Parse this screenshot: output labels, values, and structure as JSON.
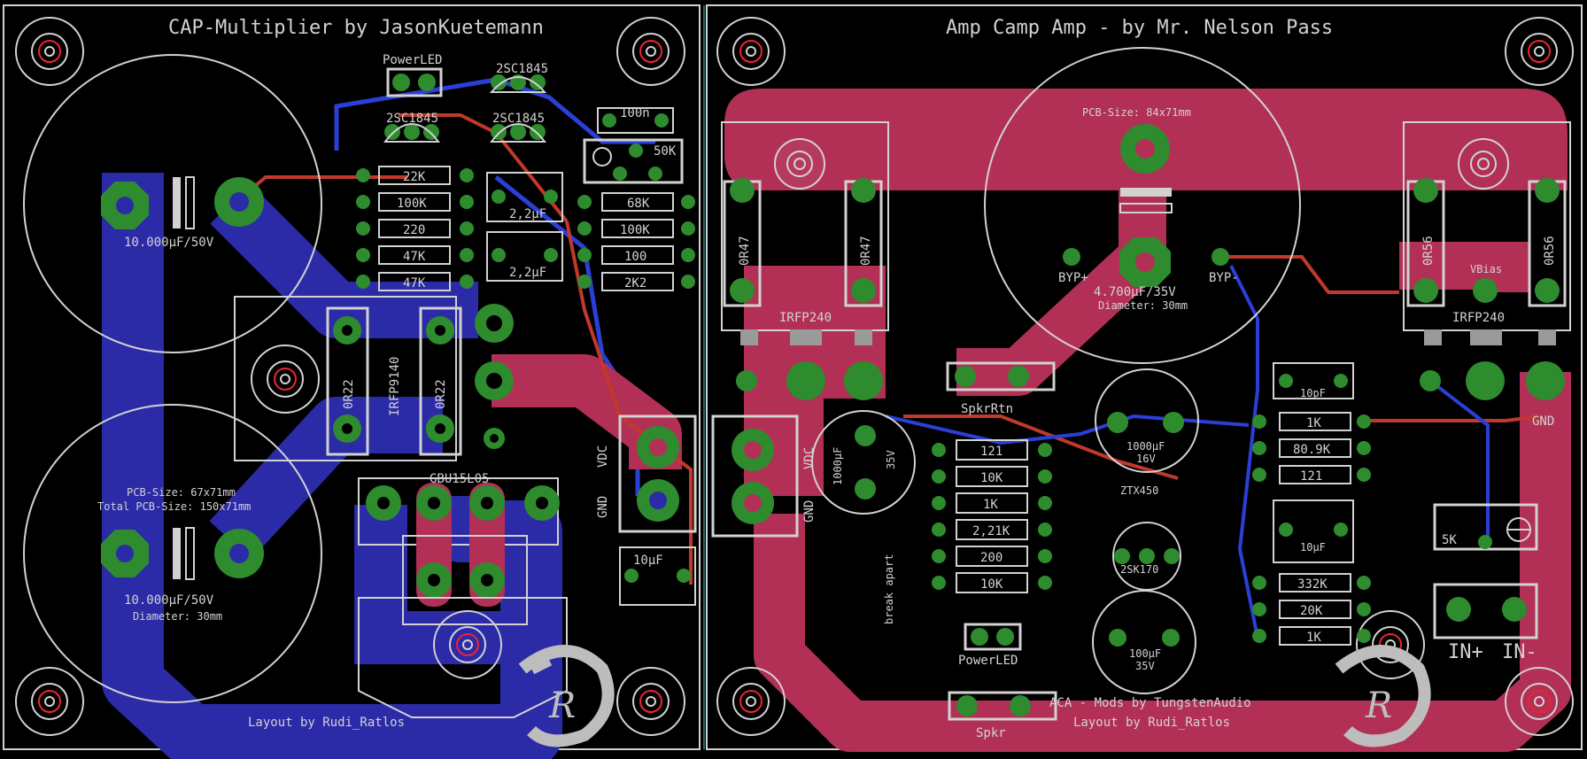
{
  "left_board": {
    "title": "CAP-Multiplier by JasonKuetemann",
    "power_led": "PowerLED",
    "transistors": [
      "2SC1845",
      "2SC1845",
      "2SC1845"
    ],
    "resistors_left": [
      "22K",
      "100K",
      "220",
      "47K",
      "47K"
    ],
    "resistors_right": [
      "68K",
      "100K",
      "100",
      "2K2"
    ],
    "caps_small": [
      "2,2µF",
      "2,2µF"
    ],
    "cap_100n": "100n",
    "trimmer": "50K",
    "mosfet": "IRFP9140",
    "source_resistors": [
      "0R22",
      "0R22"
    ],
    "big_cap_top": "10.000µF/50V",
    "big_cap_bottom": "10.000µF/50V",
    "pcb_size": "PCB-Size: 67x71mm",
    "total_pcb_size": "Total PCB-Size: 150x71mm",
    "diameter": "Diameter: 30mm",
    "bridge": "GBU15L05",
    "vdc": "VDC",
    "gnd": "GND",
    "cap_10uf": "10µF",
    "layout_by": "Layout by  Rudi_Ratlos"
  },
  "right_board": {
    "title": "Amp Camp Amp - by Mr. Nelson Pass",
    "pcb_size": "PCB-Size: 84x71mm",
    "big_cap": "4.700µF/35V",
    "diameter": "Diameter: 30mm",
    "byp_plus": "BYP+",
    "byp_minus": "BYP-",
    "left_resistors": [
      "0R47",
      "0R47"
    ],
    "right_resistors": [
      "0R56",
      "0R56"
    ],
    "vbias": "VBias",
    "mosfets": [
      "IRFP240",
      "IRFP240"
    ],
    "spkr_rtn": "SpkrRtn",
    "spkr": "Spkr",
    "vdc": "VDC",
    "gnd_conn": "GND",
    "gnd_right": "GND",
    "cap_1000uf_small": "1000µF",
    "cap_35v": "35V",
    "resistor_column": [
      "121",
      "10K",
      "1K",
      "2,21K",
      "200",
      "10K"
    ],
    "cap_1000uf": "1000µF",
    "cap_16v": "16V",
    "ztx": "ZTX450",
    "jfet": "2SK170",
    "cap_100uf": "100µF",
    "cap_100uf_v": "35V",
    "cap_10pf": "10pF",
    "resistors_top": [
      "1K",
      "80.9K",
      "121"
    ],
    "cap_10uf": "10µF",
    "resistors_bottom": [
      "332K",
      "20K",
      "1K"
    ],
    "pot": "5K",
    "in_plus": "IN+",
    "in_minus": "IN-",
    "power_led": "PowerLED",
    "break_apart": "break apart",
    "mods_by": "ACA - Mods by TungstenAudio",
    "layout_by": "Layout by Rudi_Ratlos"
  },
  "colors": {
    "background": "#000000",
    "top_copper": "#b23055",
    "bottom_copper": "#2b2ba8",
    "pads": "#2e8b2e",
    "silkscreen": "#d2d2d2",
    "trace_red": "#c0392b",
    "trace_blue": "#2b3fd6"
  }
}
